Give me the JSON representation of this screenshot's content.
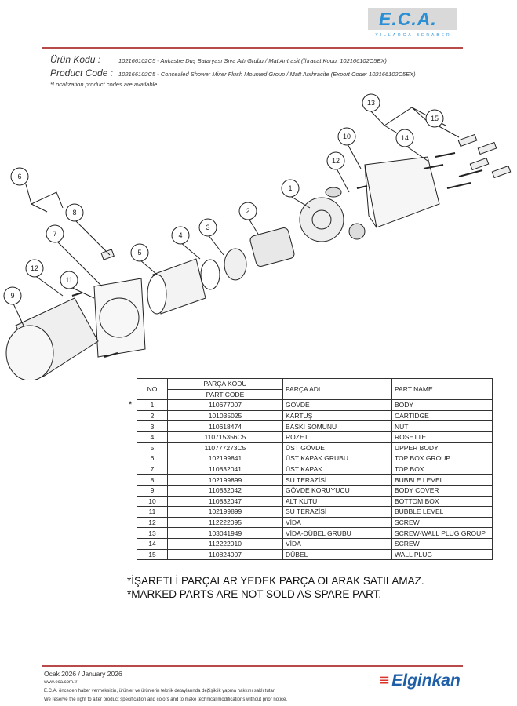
{
  "header": {
    "logo": "E.C.A.",
    "tagline": "YILLARCA BERABER",
    "urun_kodu_label": "Ürün Kodu :",
    "urun_kodu_value": "102166102C5 - Ankastre Duş Bataryası Sıva Altı Grubu / Mat Antrasit (İhracat Kodu: 102166102C5EX)",
    "product_code_label": "Product Code :",
    "product_code_value": "102166102C5 - Concealed Shower Mixer Flush Mounted Group / Matt Anthracite (Export Code: 102166102C5EX)",
    "localization_note": "*Localization product codes are available."
  },
  "callouts": [
    "13",
    "15",
    "10",
    "14",
    "12",
    "1",
    "6",
    "2",
    "8",
    "3",
    "7",
    "4",
    "5",
    "12",
    "11",
    "9"
  ],
  "table": {
    "col_no": "NO",
    "col_code_tr": "PARÇA KODU",
    "col_code_en": "PART CODE",
    "col_name_tr": "PARÇA ADI",
    "col_name_en": "PART NAME",
    "marker": "*",
    "rows": [
      {
        "no": "1",
        "code": "110677007",
        "tr": "GÖVDE",
        "en": "BODY"
      },
      {
        "no": "2",
        "code": "101035025",
        "tr": "KARTUŞ",
        "en": "CARTIDGE"
      },
      {
        "no": "3",
        "code": "110618474",
        "tr": "BASKI SOMUNU",
        "en": "NUT"
      },
      {
        "no": "4",
        "code": "110715356C5",
        "tr": "ROZET",
        "en": "ROSETTE"
      },
      {
        "no": "5",
        "code": "110777273C5",
        "tr": "ÜST GÖVDE",
        "en": "UPPER BODY"
      },
      {
        "no": "6",
        "code": "102199841",
        "tr": "ÜST KAPAK GRUBU",
        "en": "TOP BOX GROUP"
      },
      {
        "no": "7",
        "code": "110832041",
        "tr": "ÜST KAPAK",
        "en": "TOP BOX"
      },
      {
        "no": "8",
        "code": "102199899",
        "tr": "SU TERAZİSİ",
        "en": "BUBBLE LEVEL"
      },
      {
        "no": "9",
        "code": "110832042",
        "tr": "GÖVDE KORUYUCU",
        "en": "BODY COVER"
      },
      {
        "no": "10",
        "code": "110832047",
        "tr": "ALT KUTU",
        "en": "BOTTOM BOX"
      },
      {
        "no": "11",
        "code": "102199899",
        "tr": "SU TERAZİSİ",
        "en": "BUBBLE LEVEL"
      },
      {
        "no": "12",
        "code": "112222095",
        "tr": "VİDA",
        "en": "SCREW"
      },
      {
        "no": "13",
        "code": "103041949",
        "tr": "VİDA-DÜBEL GRUBU",
        "en": "SCREW-WALL PLUG GROUP"
      },
      {
        "no": "14",
        "code": "112222010",
        "tr": "VİDA",
        "en": "SCREW"
      },
      {
        "no": "15",
        "code": "110824007",
        "tr": "DÜBEL",
        "en": "WALL PLUG"
      }
    ]
  },
  "notes": {
    "tr": "*İŞARETLİ PARÇALAR YEDEK PARÇA OLARAK SATILAMAZ.",
    "en": "*MARKED PARTS ARE NOT SOLD AS SPARE PART."
  },
  "footer": {
    "date": "Ocak 2026 / January 2026",
    "web": "www.eca.com.tr",
    "disclaimer_tr": "E.C.A. önceden haber vermeksizin, ürünler ve ürünlerin teknik detaylarında değişiklik yapma hakkını saklı tutar.",
    "disclaimer_en": "We reserve the right to alter product specification and colors and to make technical modifications without prior notice.",
    "brand": "Elginkan"
  }
}
